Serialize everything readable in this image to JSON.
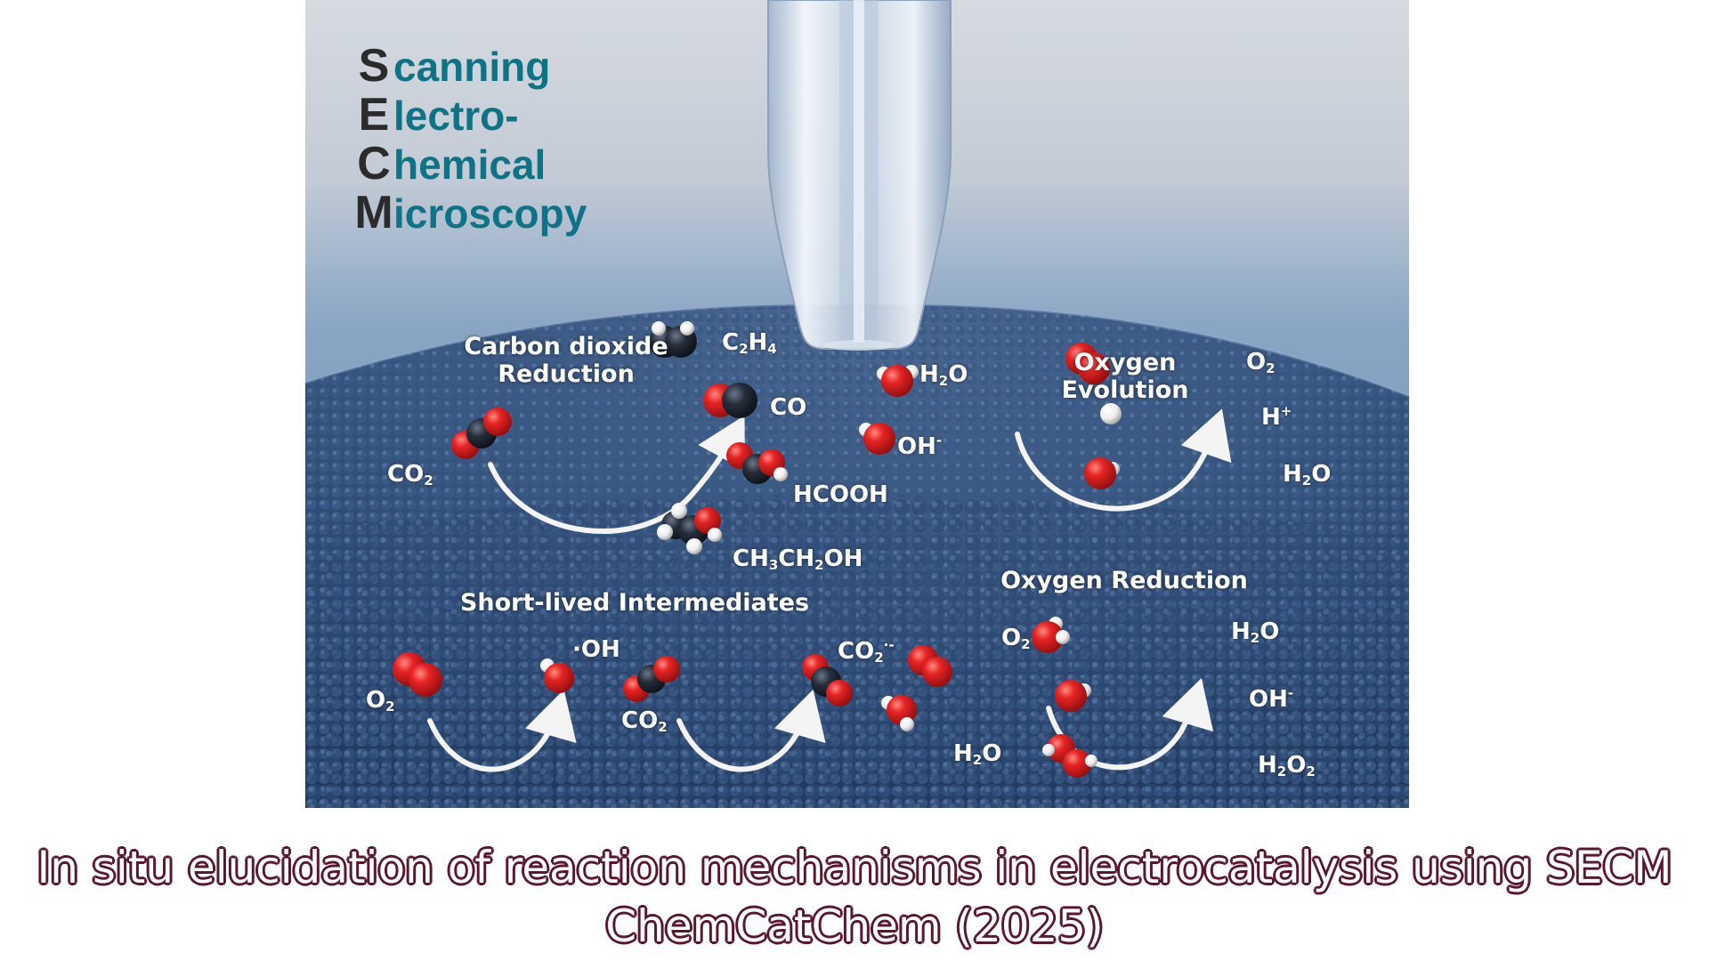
{
  "secm": {
    "rows": [
      {
        "letter": "S",
        "rest": "canning"
      },
      {
        "letter": "E",
        "rest": "lectro-"
      },
      {
        "letter": "C",
        "rest": "hemical"
      },
      {
        "letter": "M",
        "rest": "icroscopy"
      }
    ]
  },
  "headings": {
    "co2_reduction_line1": "Carbon dioxide",
    "co2_reduction_line2": "Reduction",
    "oxygen_evolution_line1": "Oxygen",
    "oxygen_evolution_line2": "Evolution",
    "short_lived": "Short-lived Intermediates",
    "oxygen_reduction": "Oxygen Reduction"
  },
  "labels": {
    "co2_reduction": {
      "reactant": {
        "main": "CO",
        "sub": "2"
      },
      "c2h4": {
        "p1": "C",
        "s1": "2",
        "p2": "H",
        "s2": "4"
      },
      "co": "CO",
      "hcooh": "HCOOH",
      "ethanol": {
        "p1": "CH",
        "s1": "3",
        "p2": "CH",
        "s2": "2",
        "p3": "OH"
      }
    },
    "oxygen_evolution": {
      "h2o_in": {
        "p1": "H",
        "s1": "2",
        "p2": "O"
      },
      "oh_in": {
        "main": "OH",
        "sup": "-"
      },
      "o2_out": {
        "main": "O",
        "sub": "2"
      },
      "h_plus": {
        "main": "H",
        "sup": "+"
      },
      "h2o_out": {
        "p1": "H",
        "s1": "2",
        "p2": "O"
      }
    },
    "short_lived": {
      "o2": {
        "main": "O",
        "sub": "2"
      },
      "oh_radical": {
        "pre": "·",
        "main": "OH"
      },
      "co2": {
        "main": "CO",
        "sub": "2"
      },
      "co2_radical": {
        "main": "CO",
        "sub": "2",
        "sup": "·-"
      }
    },
    "oxygen_reduction": {
      "o2": {
        "main": "O",
        "sub": "2"
      },
      "h2o_in": {
        "p1": "H",
        "s1": "2",
        "p2": "O"
      },
      "h2o_out": {
        "p1": "H",
        "s1": "2",
        "p2": "O"
      },
      "oh_minus": {
        "main": "OH",
        "sup": "-"
      },
      "h2o2": {
        "p1": "H",
        "s1": "2",
        "p2": "O",
        "s2": "2"
      }
    }
  },
  "caption": {
    "line1": "In situ elucidation of reaction mechanisms in electrocatalysis using SECM",
    "line2": "ChemCatChem (2025)"
  },
  "colors": {
    "oxygen_atom": "#d81c1c",
    "carbon_atom": "#1f2630",
    "hydrogen_atom": "#f2f2f2",
    "surface": "#2f4b74",
    "secm_initial": "#2b2b2b",
    "secm_text": "#0f7386",
    "caption_outline": "#5a1630"
  }
}
